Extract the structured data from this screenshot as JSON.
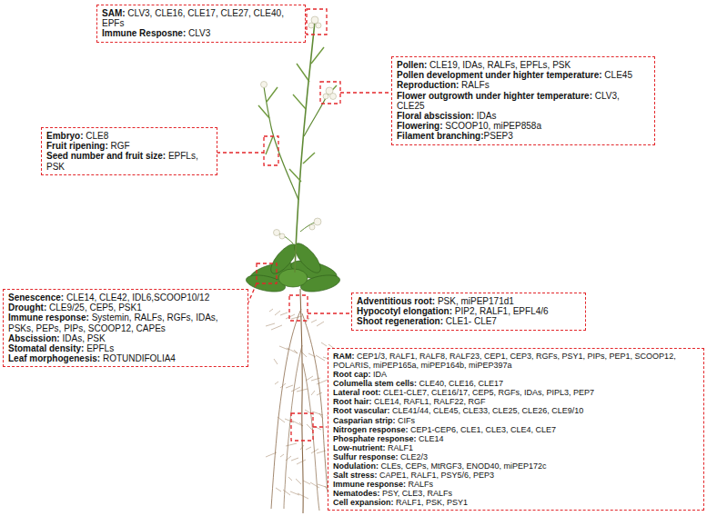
{
  "diagram": {
    "nodes": [
      {
        "text": [
          "SAM: CLV3, CLE16, CLE17, CLE27, CLE40, EPFs",
          "Immune Resposne: CLV3"
        ]
      },
      {
        "text": [
          "Embryo: CLE8",
          "Fruit ripening: RGF",
          "Seed number and fruit size: EPFLs, PSK"
        ]
      },
      {
        "text": [
          "Pollen: CLE19, IDAs, RALFs, EPFLs, PSK",
          "Pollen development under highter temperature: CLE45",
          "Reproduction: RALFs",
          "Flower outgrowth under highter temperature: CLV3, CLE25",
          "Floral abscission: IDAs",
          "Flowering: SCOOP10, miPEP858a",
          "Filament branching:PSEP3"
        ]
      },
      {
        "text": [
          "Adventitious root: PSK, miPEP171d1",
          "Hypocotyl elongation: PIP2, RALF1, EPFL4/6",
          "Shoot regeneration: CLE1- CLE7"
        ]
      },
      {
        "text": [
          "Senescence: CLE14, CLE42, IDL6,SCOOP10/12",
          "Drought: CLE9/25, CEP5, PSK1",
          "Immune response: Systemin, RALFs, RGFs, IDAs, PSKs, PEPs, PIPs, SCOOP12, CAPEs",
          "Abscission: IDAs, PSK",
          "Stomatal density: EPFLs",
          "Leaf morphogenesis: ROTUNDIFOLIA4"
        ]
      },
      {
        "text": [
          "RAM: CEP1/3, RALF1, RALF8, RALF23, CEP1, CEP3, RGFs, PSY1, PIPs, PEP1, SCOOP12, POLARIS, miPEP165a, miPEP164b, miPEP397a",
          "Root cap: IDA",
          "Columella stem cells: CLE40, CLE16, CLE17",
          "Lateral root: CLE1-CLE7, CLE16/17, CEP5, RGFs, IDAs, PIPL3, PEP7",
          "Root hair: CLE14, RAFL1, RALF22, RGF",
          "Root vascular: CLE41/44, CLE45, CLE33, CLE25, CLE26, CLE9/10",
          "Casparian strip: CIFs",
          "Nitrogen response: CEP1-CEP6, CLE1, CLE3, CLE4, CLE7",
          "Phosphate response: CLE14",
          "Low-nutrient: RALF1",
          "Sulfur response: CLE2/3",
          "Nodulation: CLEs, CEPs, MtRGF3, ENOD40, miPEP172c",
          "Salt stress: CAPE1, RALF1, PSY5/6, PEP3",
          "Immune response: RALFs",
          "Nematodes: PSY, CLE3, RALFs",
          "Cell expansion: RALF1, PSK, PSY1"
        ]
      }
    ]
  }
}
